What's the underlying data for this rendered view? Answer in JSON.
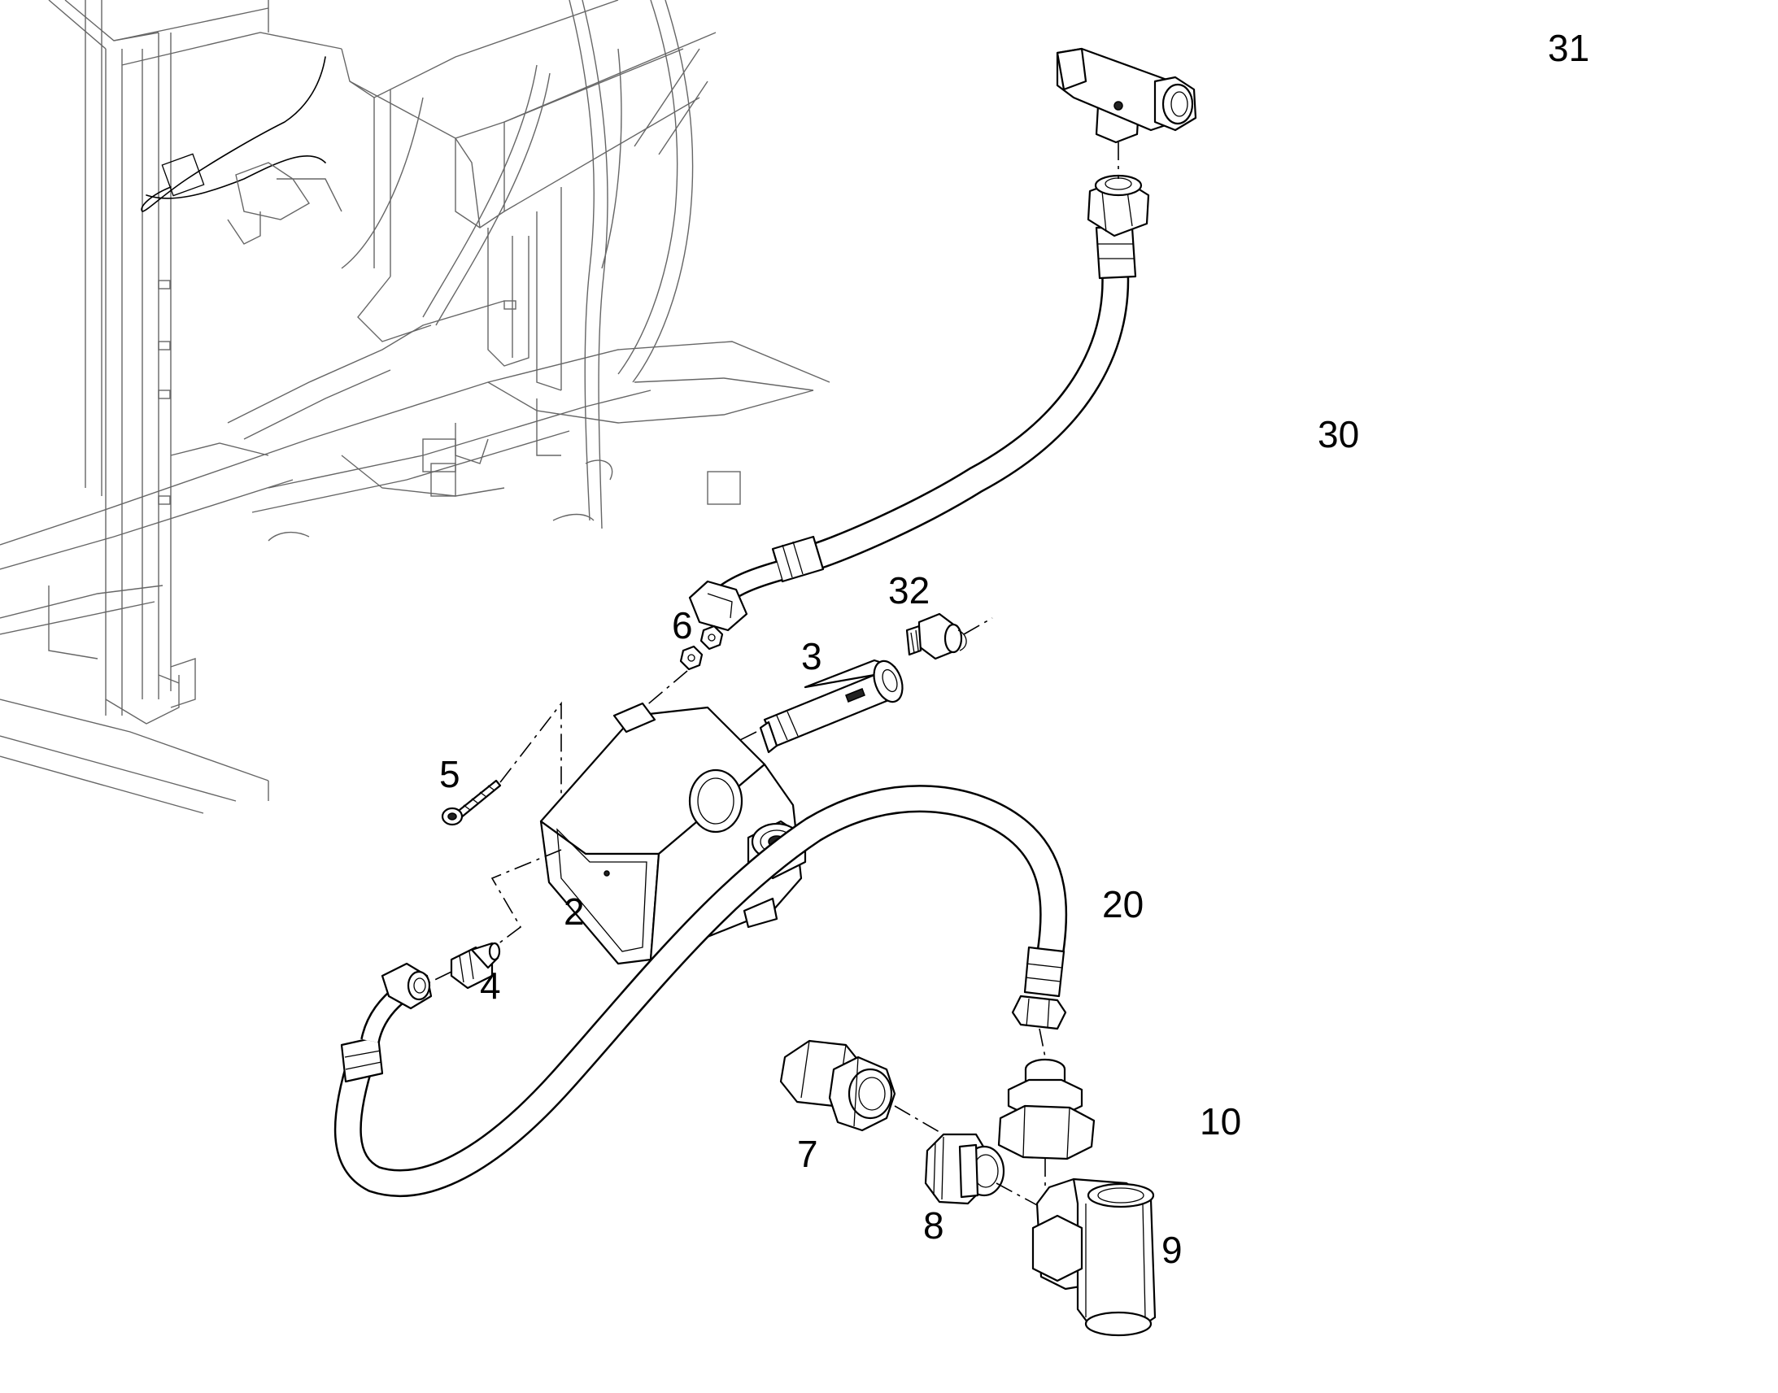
{
  "callouts": {
    "c2": "2",
    "c3": "3",
    "c4": "4",
    "c5": "5",
    "c6": "6",
    "c7": "7",
    "c8": "8",
    "c9": "9",
    "c10": "10",
    "c20": "20",
    "c30": "30",
    "c31": "31",
    "c32": "32"
  }
}
